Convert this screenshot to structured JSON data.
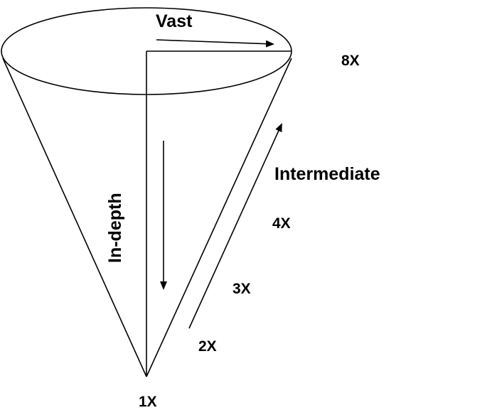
{
  "labels": {
    "vast": "Vast",
    "in_depth": "In-depth",
    "intermediate": "Intermediate",
    "mag_8x": "8X",
    "mag_4x": "4X",
    "mag_3x": "3X",
    "mag_2x": "2X",
    "mag_1x": "1X"
  },
  "colors": {
    "stroke": "#000000",
    "background": "#ffffff"
  }
}
